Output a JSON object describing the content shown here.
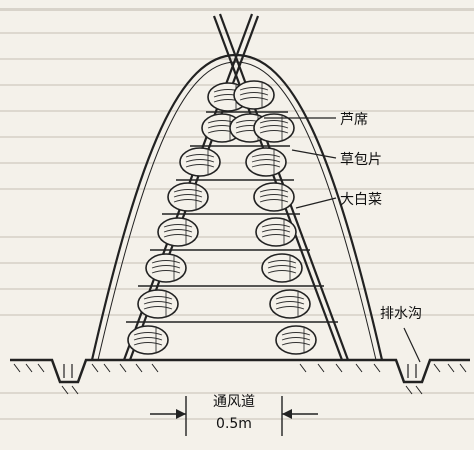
{
  "labels": {
    "reed_mat": "芦席",
    "straw_pad": "草包片",
    "cabbage": "大白菜",
    "drain_ditch": "排水沟",
    "vent_path": "通风道",
    "vent_width": "0.5m"
  },
  "colors": {
    "ink": "#222222",
    "paper": "#f4f1ea",
    "bleed_text": "#bdb7ad"
  }
}
